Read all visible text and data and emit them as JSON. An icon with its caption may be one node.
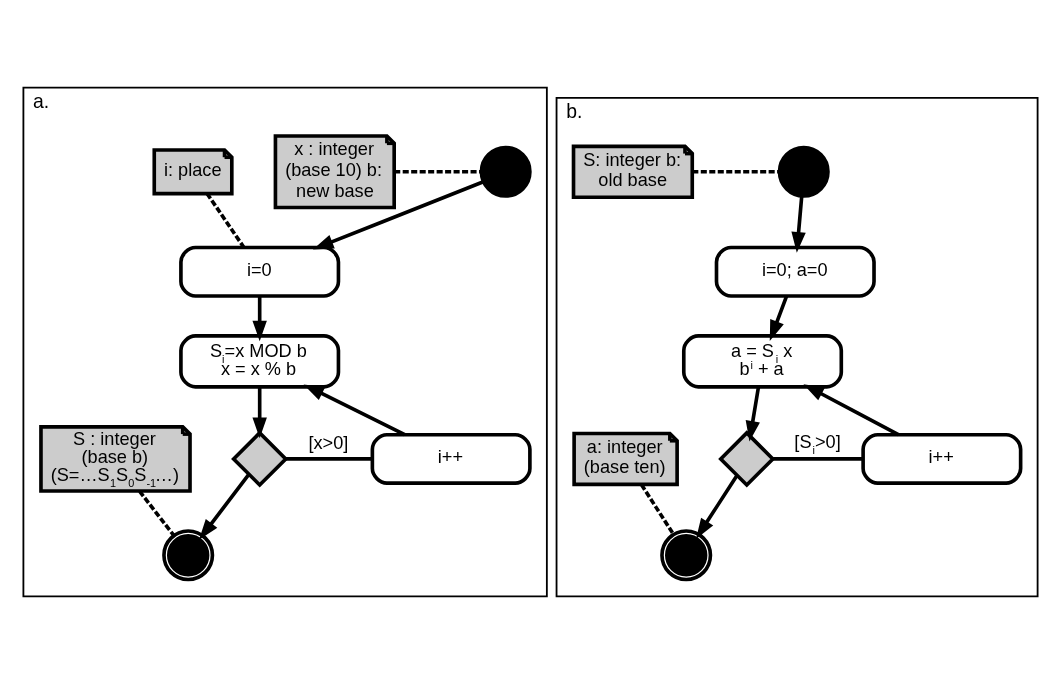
{
  "diagram": {
    "nodes": [
      {
        "text": [
          "a."
        ]
      },
      {
        "text": [],
        "shape": "circle",
        "in": 0
      },
      {
        "text": [
          "x : integer (base 10) b: new base"
        ],
        "in": 0
      },
      {
        "text": [
          "i: place"
        ],
        "in": 0
      },
      {
        "text": [
          "i=0"
        ],
        "in": 0
      },
      {
        "text": [
          "S$_{i}$=x MOD b x = x % b"
        ],
        "in": 0
      },
      {
        "text": [
          "i++"
        ],
        "in": 0
      },
      {
        "text": [],
        "shape": "diamond",
        "in": 0
      },
      {
        "text": [
          "S : integer (base b) (S=…S$_{1}$S$_{0}$S$_{-1}$…)"
        ],
        "in": 0
      },
      {
        "text": [],
        "shape": "bullseye",
        "in": 0
      },
      {
        "text": [
          "b."
        ]
      },
      {
        "text": [],
        "shape": "circle",
        "in": 10
      },
      {
        "text": [
          "S: integer b: old base"
        ],
        "in": 10
      },
      {
        "text": [
          "i=0; a=0"
        ],
        "in": 10
      },
      {
        "text": [
          "a = S$_{i}$ x b$^{i}$ + a"
        ],
        "in": 10
      },
      {
        "text": [
          "i++"
        ],
        "in": 10
      },
      {
        "text": [],
        "shape": "diamond",
        "in": 10
      },
      {
        "text": [
          "a: integer (base ten)"
        ],
        "in": 10
      },
      {
        "text": [],
        "shape": "bullseye",
        "in": 10
      }
    ],
    "edges": [
      {
        "from": 1,
        "to": 4,
        "arrow": "to"
      },
      {
        "from": 2,
        "to": 1,
        "arrow": "none",
        "style": "dashed"
      },
      {
        "from": 3,
        "to": 4,
        "arrow": "none",
        "style": "dashed"
      },
      {
        "from": 4,
        "to": 5,
        "arrow": "to"
      },
      {
        "from": 5,
        "to": 7,
        "arrow": "to"
      },
      {
        "from": 7,
        "to": 6,
        "arrow": "none",
        "label": "[x>0]"
      },
      {
        "from": 6,
        "to": 5,
        "arrow": "to"
      },
      {
        "from": 7,
        "to": 9,
        "arrow": "to"
      },
      {
        "from": 8,
        "to": 9,
        "arrow": "none",
        "style": "dashed"
      },
      {
        "from": 11,
        "to": 13,
        "arrow": "to"
      },
      {
        "from": 12,
        "to": 11,
        "arrow": "none",
        "style": "dashed"
      },
      {
        "from": 13,
        "to": 14,
        "arrow": "to"
      },
      {
        "from": 14,
        "to": 16,
        "arrow": "to"
      },
      {
        "from": 16,
        "to": 15,
        "arrow": "none",
        "label": "[S$_{i}$>0]"
      },
      {
        "from": 15,
        "to": 14,
        "arrow": "to"
      },
      {
        "from": 16,
        "to": 18,
        "arrow": "to"
      },
      {
        "from": 17,
        "to": 18,
        "arrow": "none",
        "style": "dashed"
      }
    ]
  }
}
